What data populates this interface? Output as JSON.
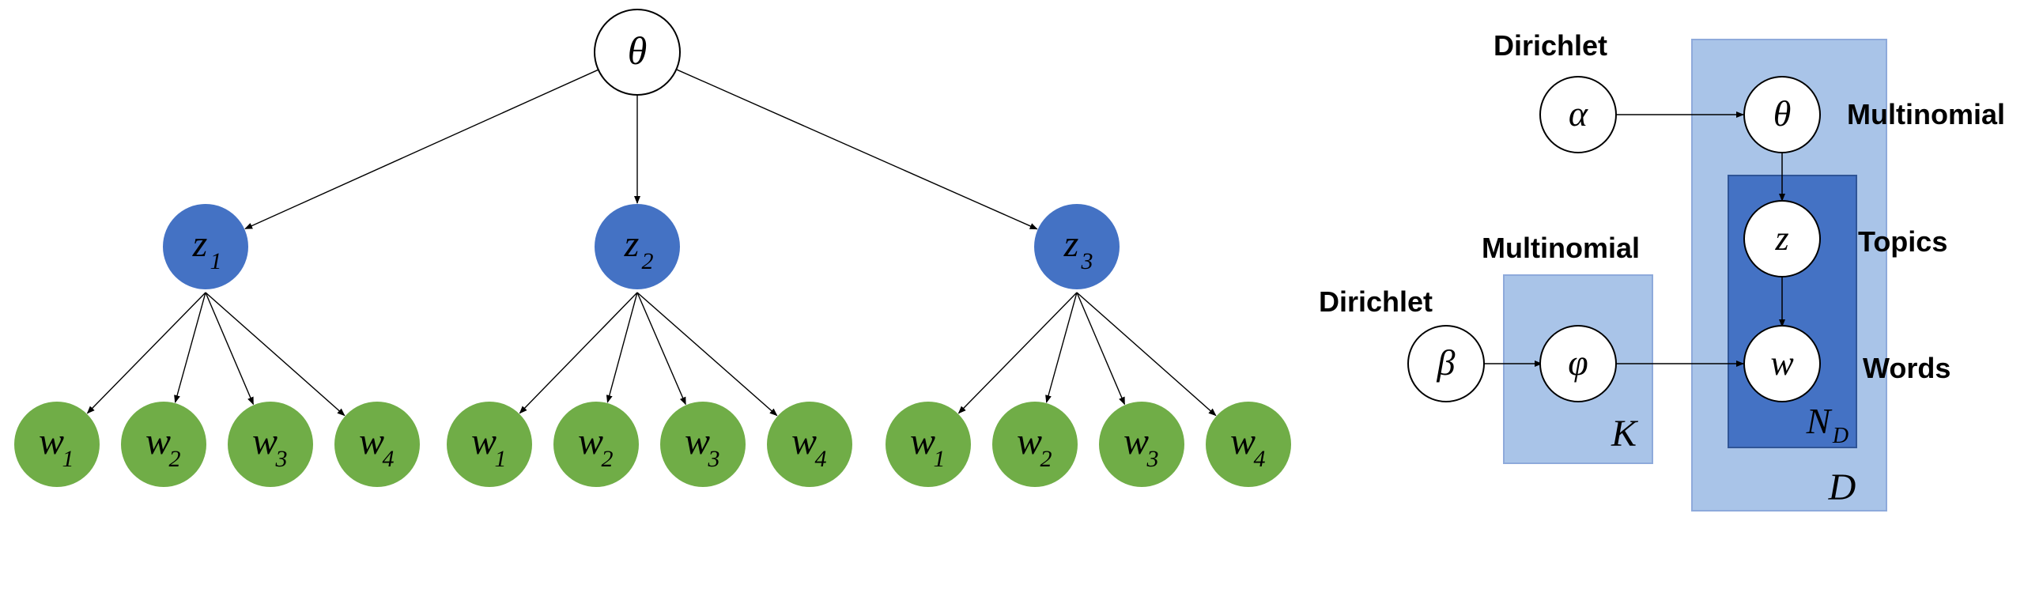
{
  "colors": {
    "topic_fill": "#4472c4",
    "word_fill": "#70ad47",
    "plate_outer": "#a9c4e8",
    "plate_inner": "#4472c4",
    "plate_border": "#8eaadb",
    "edge": "#000000"
  },
  "tree": {
    "root": {
      "symbol": "θ"
    },
    "topics": [
      {
        "symbol": "z",
        "sub": "1",
        "words": [
          {
            "symbol": "w",
            "sub": "1"
          },
          {
            "symbol": "w",
            "sub": "2"
          },
          {
            "symbol": "w",
            "sub": "3"
          },
          {
            "symbol": "w",
            "sub": "4"
          }
        ]
      },
      {
        "symbol": "z",
        "sub": "2",
        "words": [
          {
            "symbol": "w",
            "sub": "1"
          },
          {
            "symbol": "w",
            "sub": "2"
          },
          {
            "symbol": "w",
            "sub": "3"
          },
          {
            "symbol": "w",
            "sub": "4"
          }
        ]
      },
      {
        "symbol": "z",
        "sub": "3",
        "words": [
          {
            "symbol": "w",
            "sub": "1"
          },
          {
            "symbol": "w",
            "sub": "2"
          },
          {
            "symbol": "w",
            "sub": "3"
          },
          {
            "symbol": "w",
            "sub": "4"
          }
        ]
      }
    ]
  },
  "lda": {
    "alpha": {
      "symbol": "α",
      "label": "Dirichlet"
    },
    "theta": {
      "symbol": "θ",
      "label": "Multinomial"
    },
    "z": {
      "symbol": "z",
      "label": "Topics"
    },
    "w": {
      "symbol": "w",
      "label": "Words"
    },
    "beta": {
      "symbol": "β",
      "label": "Dirichlet"
    },
    "phi": {
      "symbol": "φ",
      "label": "Multinomial"
    },
    "plates": {
      "K": {
        "symbol": "K"
      },
      "D": {
        "symbol": "D"
      },
      "N": {
        "symbol": "N",
        "sub": "D"
      }
    }
  }
}
